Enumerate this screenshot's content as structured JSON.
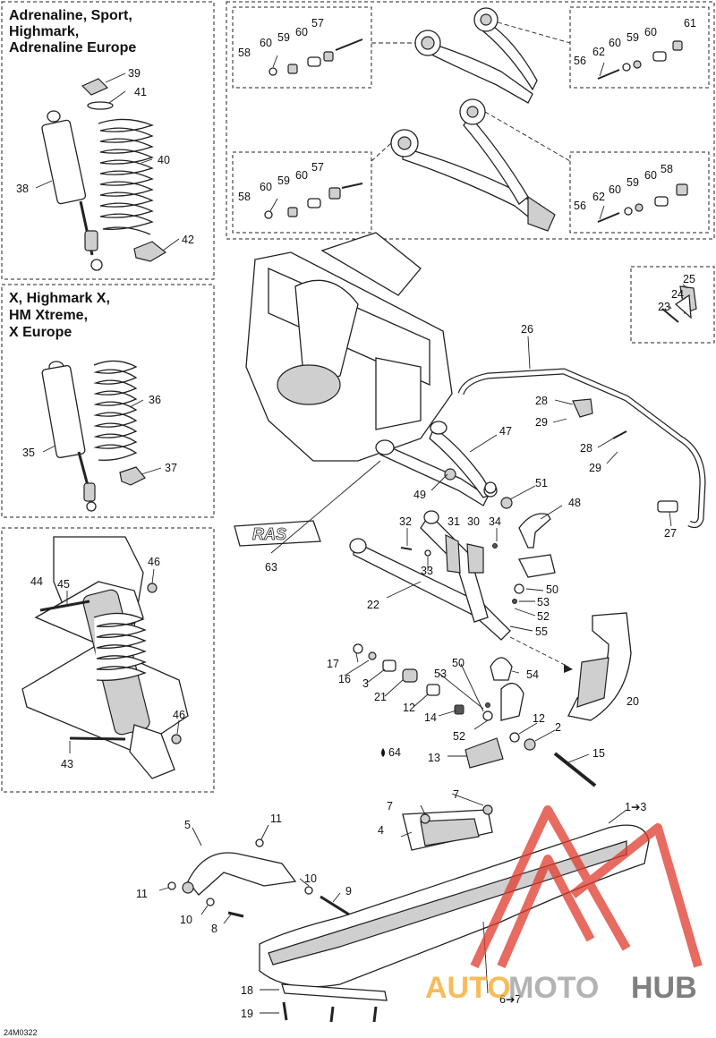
{
  "panels": {
    "shock_a": {
      "lines": [
        "Adrenaline, Sport,",
        "Highmark,",
        "Adrenaline Europe"
      ]
    },
    "shock_b": {
      "lines": [
        "X, Highmark X,",
        "HM Xtreme,",
        "X Europe"
      ]
    }
  },
  "callouts": {
    "c39": "39",
    "c41": "41",
    "c40": "40",
    "c38": "38",
    "c42": "42",
    "c36": "36",
    "c35": "35",
    "c37": "37",
    "c46a": "46",
    "c44": "44",
    "c45": "45",
    "c46b": "46",
    "c43": "43",
    "c57a": "57",
    "c60a": "60",
    "c59a": "59",
    "c60b": "60",
    "c58a": "58",
    "c61": "61",
    "c60c": "60",
    "c59b": "59",
    "c60d": "60",
    "c62a": "62",
    "c56a": "56",
    "c57b": "57",
    "c59c": "59",
    "c60e": "60",
    "c60f": "60",
    "c58b": "58",
    "c58c": "58",
    "c60g": "60",
    "c59d": "59",
    "c60h": "60",
    "c62b": "62",
    "c56b": "56",
    "c25": "25",
    "c24": "24",
    "c23": "23",
    "c26": "26",
    "c28a": "28",
    "c29a": "29",
    "c28b": "28",
    "c29b": "29",
    "c27": "27",
    "c47": "47",
    "c49": "49",
    "c51": "51",
    "c48": "48",
    "c63": "63",
    "c32": "32",
    "c31": "31",
    "c30": "30",
    "c34": "34",
    "c33": "33",
    "c22": "22",
    "c50a": "50",
    "c53a": "53",
    "c52a": "52",
    "c55": "55",
    "c20": "20",
    "c17": "17",
    "c16": "16",
    "c3": "3",
    "c21": "21",
    "c12a": "12",
    "c14": "14",
    "c50b": "50",
    "c53b": "53",
    "c54": "54",
    "c52b": "52",
    "c12b": "12",
    "c2": "2",
    "c15": "15",
    "c64": "64",
    "c13": "13",
    "c7a": "7",
    "c7b": "7",
    "c4": "4",
    "c1to3": "1➔3",
    "c5": "5",
    "c11a": "11",
    "c10a": "10",
    "c9": "9",
    "c11b": "11",
    "c10b": "10",
    "c8": "8",
    "c18": "18",
    "c19": "19",
    "c6to7": "6➔7"
  },
  "rasLogo": {
    "text": "RAS"
  },
  "figureCode": "24M0322",
  "watermark": {
    "text_orange": "AUTO",
    "text_gray": "MOTO",
    "text_dark": "HUB"
  },
  "colors": {
    "watermarkRed": "#e03a2c",
    "watermarkOrange": "#f5a623",
    "watermarkGray": "#9a9a9a"
  }
}
